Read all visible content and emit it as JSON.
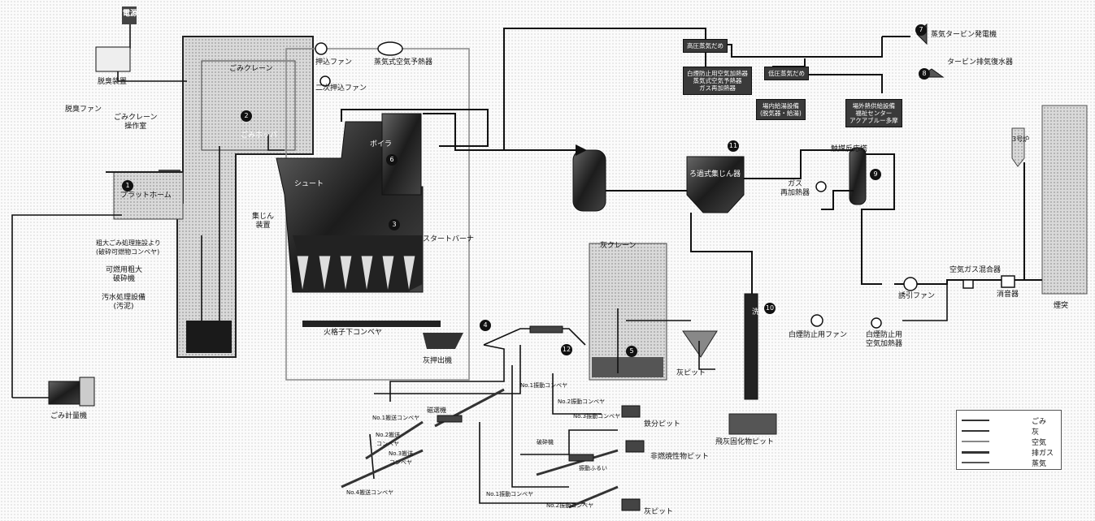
{
  "labels": {
    "denki": "電源",
    "dasshu_sochi": "脱臭装置",
    "dasshu_fan": "脱臭ファン",
    "crane_room": "ごみクレーン\n操作室",
    "platform": "プラットホーム",
    "bulky": "粗大ごみ処理施設より\n(破砕可燃物コンベヤ)",
    "crusher": "可燃用粗大\n破砕機",
    "sewage": "汚水処理設備\n(汚泥)",
    "scale": "ごみ計量機",
    "gomi_crane": "ごみクレーン",
    "forced_fan": "押込ファン",
    "steam_preheater": "蒸気式空気予熱器",
    "secondary_fan": "二次押込ファン",
    "hopper": "ごみホッパ",
    "boiler": "ボイラ",
    "shudo": "シュート",
    "dust_unit": "集じん\n装置",
    "start_burner": "スタートバーナ",
    "grate_conveyor": "火格子下コンベヤ",
    "ash_pusher": "灰押出機",
    "ash_crane": "灰クレーン",
    "ash_pit": "灰ピット",
    "high_pressure_header": "高圧蒸気だめ",
    "supply_facility": "白煙防止用空気加熱器\n蒸気式空気予熱器\nガス再加熱器",
    "turbine": "蒸気タービン発電機",
    "turbine_condenser": "タービン排気復水器",
    "low_pressure_header": "低圧蒸気だめ",
    "plant_use": "場内給湯設備\n(脱気器・給湯)",
    "area_supply": "場外熱供給設備\n福祉センター\nアクアブルー多摩",
    "bag_filter": "ろ過式集じん器",
    "wet_scrubber": "洗煙設備",
    "reheater": "ガス\n再加熱器",
    "catalytic": "触媒反応塔",
    "induced_fan": "誘引ファン",
    "white_smoke_fan": "白煙防止用ファン",
    "white_smoke_heater": "白煙防止用\n空気加熱器",
    "air_mixer": "空気ガス混合器",
    "silencer": "消音器",
    "chimney": "煙突",
    "no3": "3号炉",
    "fly_ash_pit": "飛灰固化物ピット",
    "magnetic": "磁選機",
    "conv_no1": "No.1搬送コンベヤ",
    "conv_no2": "No.2搬送\nコンベヤ",
    "conv_no3": "No.3搬送\nコンベヤ",
    "conv_no4": "No.4搬送コンベヤ",
    "iron_pit": "鉄分ピット",
    "nonflammable_pit": "非燃焼性物ピット",
    "ash_pit2": "灰ピット",
    "conv_a": "No.1振動コンベヤ",
    "conv_b": "No.2振動コンベヤ",
    "conv_c": "No.3振動コンベヤ",
    "conv_d": "No.1振動コンベヤ",
    "conv_e": "No.2振動コンベヤ",
    "sifter": "振動ふるい",
    "crusher2": "破砕機"
  },
  "nums": [
    "1",
    "2",
    "3",
    "4",
    "5",
    "6",
    "7",
    "8",
    "9",
    "10",
    "11",
    "12"
  ],
  "legend": {
    "items": [
      "ごみ",
      "灰",
      "空気",
      "排ガス",
      "蒸気"
    ]
  }
}
